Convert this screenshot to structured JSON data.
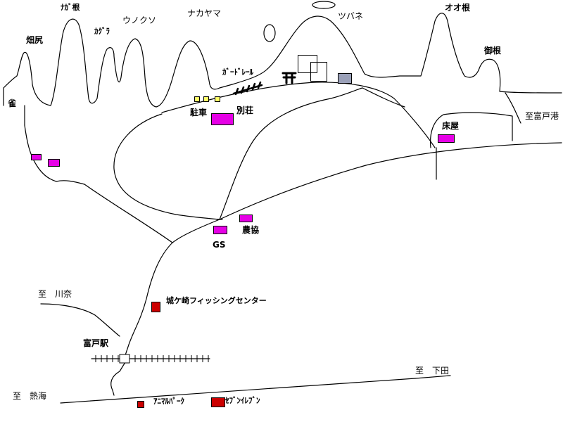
{
  "mountains": {
    "naganone": "ﾅｶﾞ根",
    "kagura": "ｶｸﾞﾗ",
    "unokuso": "ウノクソ",
    "nakayama": "ナカヤマ",
    "tsubane": "ツバネ",
    "oone": "オオ根",
    "hatajiri": "畑尻",
    "suzume": "雀",
    "gone": "御根"
  },
  "places": {
    "guardrail": "ｶﾞｰﾄﾞﾚｰﾙ",
    "parking": "駐車",
    "villa": "別荘",
    "tokoya": "床屋",
    "nokyo": "農協",
    "gs": "GS",
    "fishing_center": "城ケ崎フィッシングセンター",
    "station": "富戸駅",
    "animal_park": "ｱﾆﾏﾙﾊﾟｰｸ",
    "seven_eleven": "ｾﾌﾞﾝｲﾚﾌﾞﾝ",
    "shrine": "⛩"
  },
  "destinations": {
    "futo_port": "至富戸港",
    "kawana": "至　川奈",
    "shimoda": "至　下田",
    "atami": "至　熱海"
  },
  "colors": {
    "building_magenta": "#e600e6",
    "building_red": "#cc0000",
    "parking_yellow": "#ffff66",
    "shrine_building_gray": "#9aa0b8",
    "line": "#000000"
  }
}
